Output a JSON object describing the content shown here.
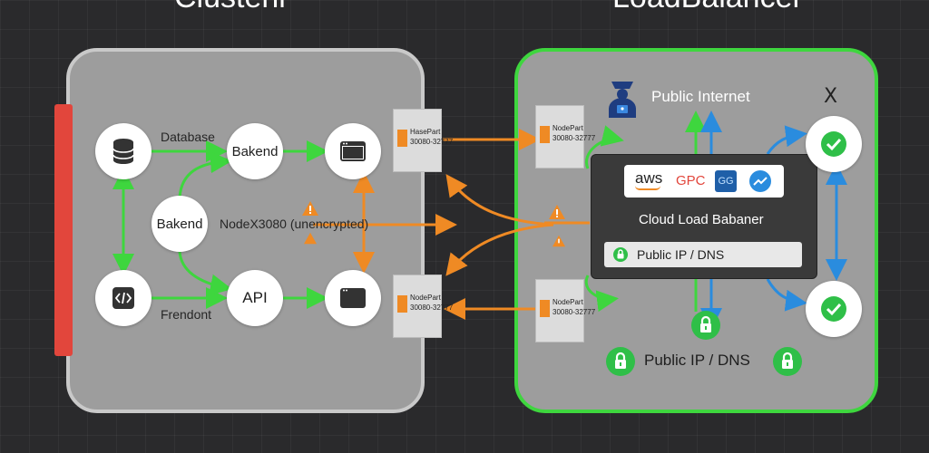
{
  "titles": {
    "left": "Clusterll",
    "right": "LoadBalancer"
  },
  "left_nodes": {
    "database_label": "Database",
    "backend_top": "Bakend",
    "backend_left": "Bakend",
    "node_port_text": "NodeX3080 (unencrypted)",
    "api": "API",
    "frontend_label": "Frendont"
  },
  "nodeports": [
    {
      "title": "HasePart",
      "port": "30080-32777"
    },
    {
      "title": "NodePart",
      "port": "30080-32777"
    },
    {
      "title": "NodePart",
      "port": "30080-32777"
    },
    {
      "title": "NodePart",
      "port": "30080-32777"
    }
  ],
  "right": {
    "public_internet": "Public Internet",
    "hourglass": "X",
    "cloud_lb": "Cloud Load Babaner",
    "public_ip_bar": "Public IP / DNS",
    "public_ip_bottom": "Public IP / DNS",
    "logos": {
      "aws": "aws",
      "gcp": "GPC",
      "gcp_icon_text": "GG"
    }
  },
  "colors": {
    "green": "#3ed63e",
    "orange": "#ef8a24",
    "blue": "#2a8cde",
    "red": "#e2463c",
    "lock_green": "#2fbf48"
  },
  "icons": {
    "database": "database-icon",
    "browser": "browser-window-icon",
    "code": "code-icon",
    "person": "person-lock-icon",
    "warning": "warning-icon",
    "lock": "lock-icon",
    "check": "check-icon"
  }
}
